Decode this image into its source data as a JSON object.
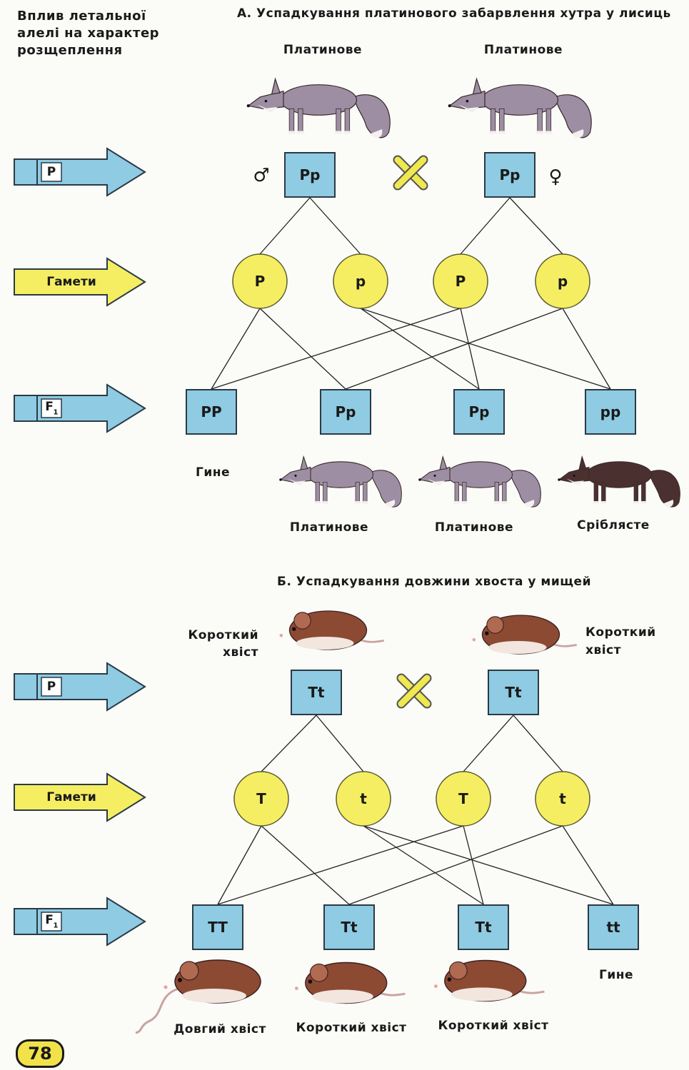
{
  "heading": [
    "Вплив летальної",
    "алелі на характер",
    "розщеплення"
  ],
  "row_labels": {
    "parents": "P",
    "gametes": "Гамети",
    "f1": "F",
    "f1_subscript": "1"
  },
  "section_a": {
    "title": "А. Успадкування платинового забарвлення хутра у лисиць",
    "parents": [
      {
        "phenotype": "Платинове",
        "genotype": "Pp",
        "sex_symbol": "♂"
      },
      {
        "phenotype": "Платинове",
        "genotype": "Pp",
        "sex_symbol": "♀"
      }
    ],
    "gametes": [
      "P",
      "p",
      "P",
      "p"
    ],
    "offspring": [
      {
        "genotype": "PP",
        "phenotype": "Гине"
      },
      {
        "genotype": "Pp",
        "phenotype": "Платинове"
      },
      {
        "genotype": "Pp",
        "phenotype": "Платинове"
      },
      {
        "genotype": "pp",
        "phenotype": "Сріблясте"
      }
    ]
  },
  "section_b": {
    "title": "Б. Успадкування довжини хвоста у мищей",
    "parents": [
      {
        "phenotype_lines": [
          "Короткий",
          "хвіст"
        ],
        "genotype": "Tt"
      },
      {
        "phenotype_lines": [
          "Короткий",
          "хвіст"
        ],
        "genotype": "Tt"
      }
    ],
    "gametes": [
      "T",
      "t",
      "T",
      "t"
    ],
    "offspring": [
      {
        "genotype": "TT",
        "phenotype": "Довгий хвіст"
      },
      {
        "genotype": "Tt",
        "phenotype": "Короткий хвіст"
      },
      {
        "genotype": "Tt",
        "phenotype": "Короткий хвіст"
      },
      {
        "genotype": "tt",
        "phenotype": "Гине"
      }
    ]
  },
  "page_number": "78",
  "colors": {
    "box_fill": "#8fcbe3",
    "circle_fill": "#f5ee62",
    "cross": "#efe84e",
    "arrow_blue": "#8fcbe3",
    "arrow_yellow": "#f5ee62",
    "line": "#222222",
    "fox_platinum": "#9d8ea3",
    "fox_silver": "#4b3030",
    "mouse_brown": "#8c4a33"
  }
}
